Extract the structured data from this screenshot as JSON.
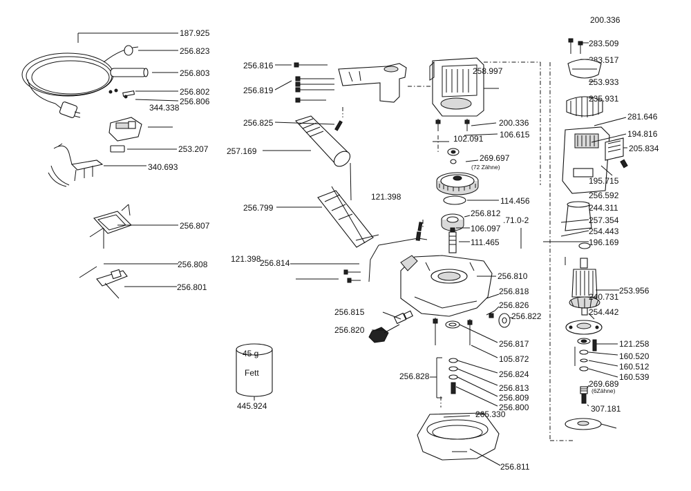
{
  "labels": {
    "p200336_top": "200.336",
    "p187925": "187.925",
    "p256823": "256.823",
    "p256803": "256.803",
    "p256802": "256.802",
    "p256806": "256.806",
    "p344338": "344.338",
    "p253207": "253.207",
    "p340693": "340.693",
    "p256807": "256.807",
    "p256808": "256.808",
    "p256801": "256.801",
    "p445924": "445.924",
    "p256816": "256.816",
    "p256819": "256.819",
    "p256825": "256.825",
    "p257169": "257.169",
    "p256799": "256.799",
    "p121398_a": "121.398",
    "p121398_b": "121.398",
    "p256814": "256.814",
    "p256815": "256.815",
    "p256820": "256.820",
    "p256828": "256.828",
    "p258997": "258.997",
    "p200336_mid": "200.336",
    "p106615": "106.615",
    "p102091": "102.091",
    "p269697": "269.697",
    "p269697_note": "(72 Zähne)",
    "p114456": "114.456",
    "p256812": "256.812",
    "p7102": ".71.0-2",
    "p106097": "106.097",
    "p111465": "111.465",
    "p256810": "256.810",
    "p256818": "256.818",
    "p256826": "256.826",
    "p256822": "256.822",
    "p256817": "256.817",
    "p105872": "105.872",
    "p256824": "256.824",
    "p256813": "256.813",
    "p256809": "256.809",
    "p256800": "256.800",
    "p265330": "265.330",
    "p256811": "256.811",
    "p283509": "283.509",
    "p283517": "283.517",
    "p253933": "253.933",
    "p235931": "235.931",
    "p281646": "281.646",
    "p194816": "194.816",
    "p205834": "205.834",
    "p195715": "195.715",
    "p256592": "256.592",
    "p244311": "244.311",
    "p257354": "257.354",
    "p254443": "254.443",
    "p196169": "196.169",
    "p253956": "253.956",
    "p240731": "240.731",
    "p254442": "254.442",
    "p121258": "121.258",
    "p160520": "160.520",
    "p160512": "160.512",
    "p160539": "160.539",
    "p269689": "269.689",
    "p269689_note": "(6Zähne)",
    "p307181": "307.181"
  },
  "grease": {
    "amount": "45 g",
    "name": "Fett"
  }
}
